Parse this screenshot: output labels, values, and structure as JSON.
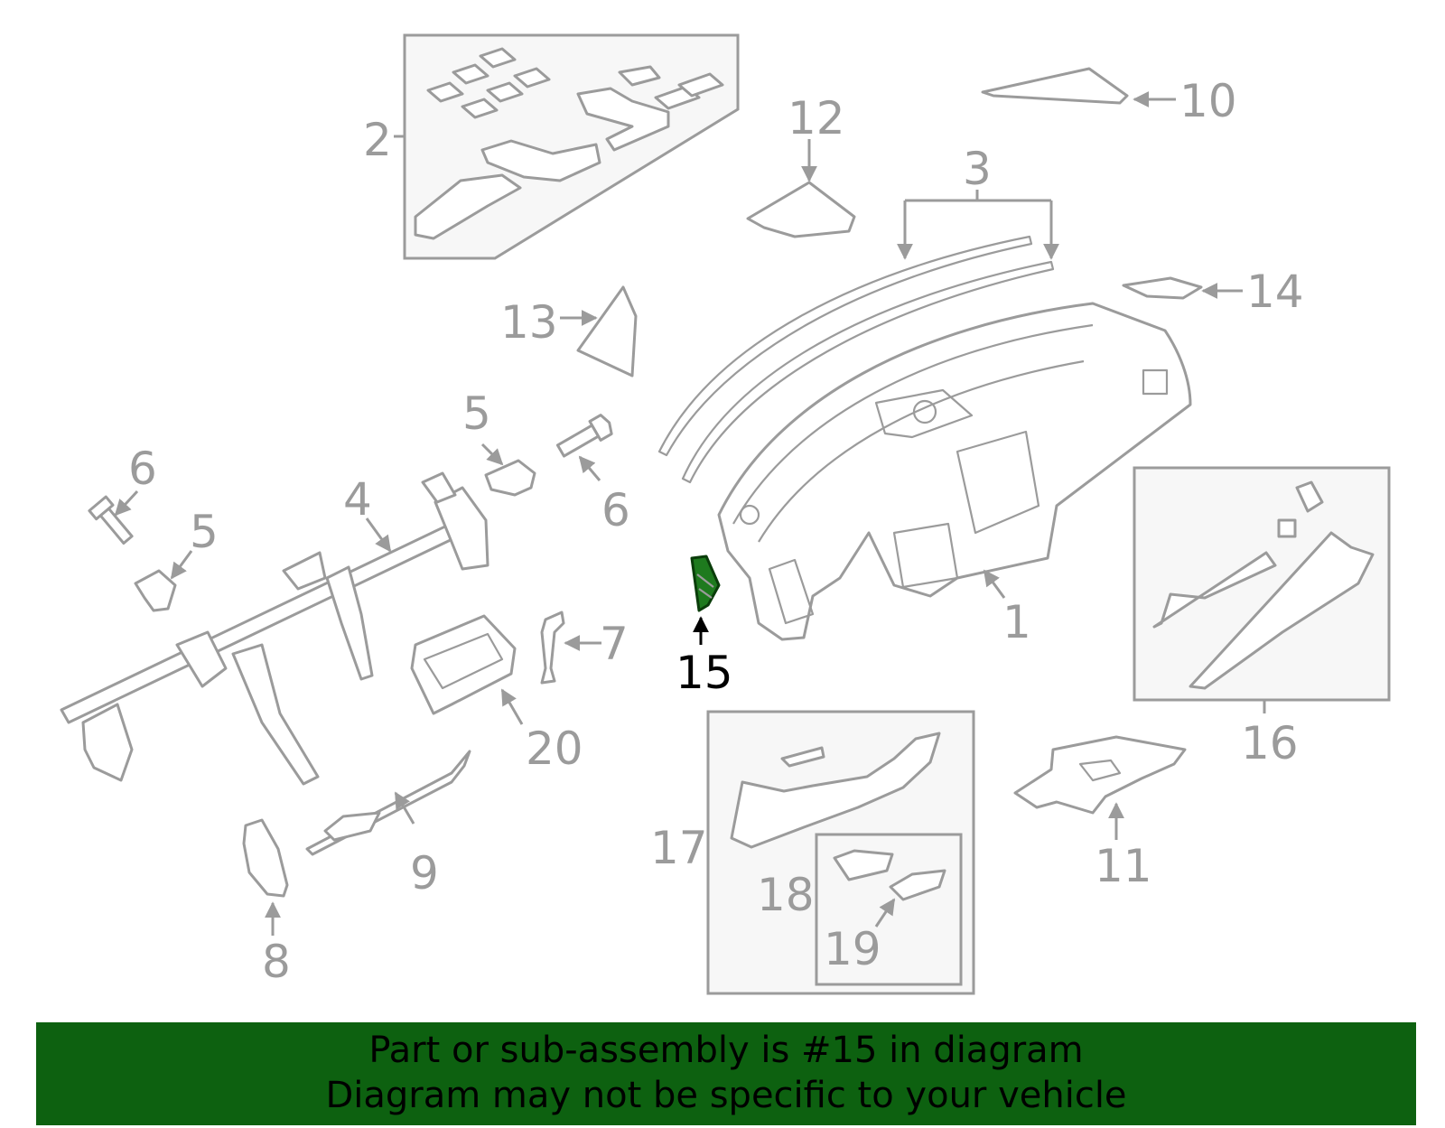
{
  "highlight": {
    "part_number": "15",
    "color": "#1e7a1e"
  },
  "callouts": [
    "1",
    "2",
    "3",
    "4",
    "5",
    "5",
    "6",
    "6",
    "7",
    "8",
    "9",
    "10",
    "11",
    "12",
    "13",
    "14",
    "15",
    "16",
    "17",
    "18",
    "19",
    "20"
  ],
  "banner": {
    "line1": "Part or sub-assembly is #15 in diagram",
    "line2": "Diagram may not be specific to your vehicle",
    "color": "#0d6110"
  }
}
